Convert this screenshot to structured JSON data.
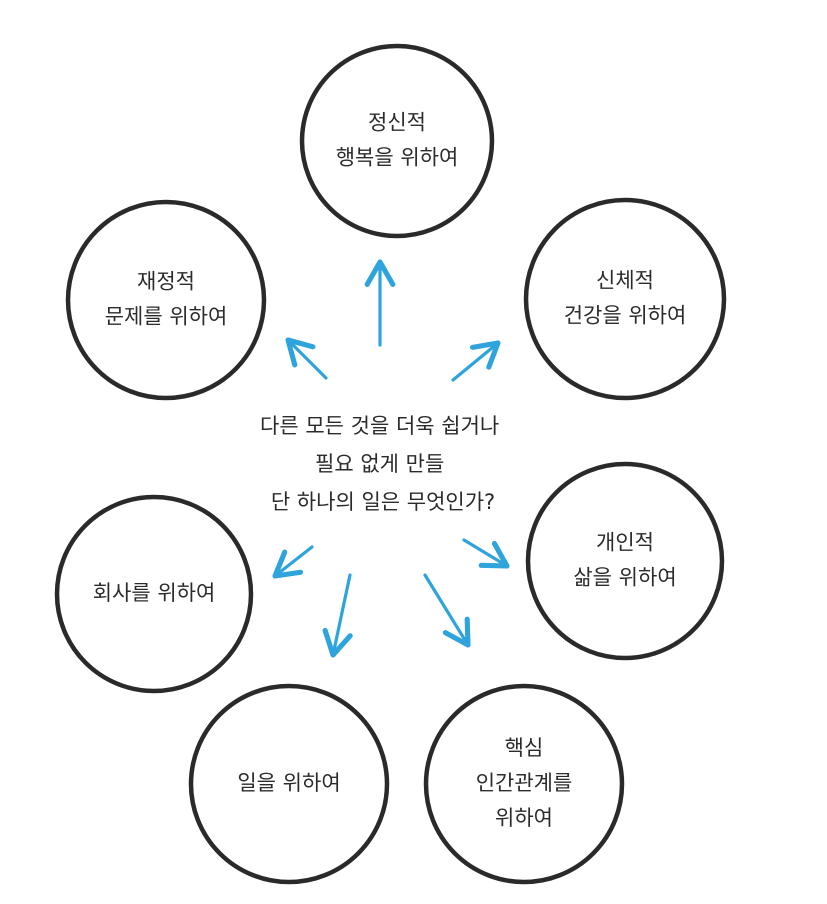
{
  "center_question": {
    "lines": [
      "다른 모든 것을 더욱 쉽거나",
      "필요 없게 만들",
      "단 하나의 일은 무엇인가?"
    ]
  },
  "nodes": [
    {
      "id": "spiritual",
      "lines": [
        "정신적",
        "행복을 위하여"
      ]
    },
    {
      "id": "physical",
      "lines": [
        "신체적",
        "건강을 위하여"
      ]
    },
    {
      "id": "personal",
      "lines": [
        "개인적",
        "삶을 위하여"
      ]
    },
    {
      "id": "relationships",
      "lines": [
        "핵심",
        "인간관계를",
        "위하여"
      ]
    },
    {
      "id": "work",
      "lines": [
        "일을 위하여"
      ]
    },
    {
      "id": "company",
      "lines": [
        "회사를 위하여"
      ]
    },
    {
      "id": "financial",
      "lines": [
        "재정적",
        "문제를 위하여"
      ]
    }
  ],
  "colors": {
    "arrow": "#2ea3dc",
    "circle_stroke": "#2a2a2a",
    "text": "#2b2b2b",
    "background": "#ffffff"
  }
}
